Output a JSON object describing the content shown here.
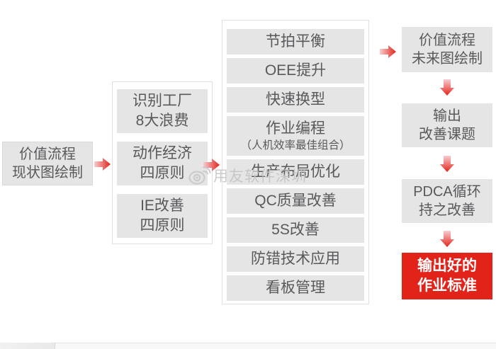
{
  "colors": {
    "box_gray": "#e5e5e6",
    "box_text": "#58595b",
    "red": "#e2231a",
    "arrow_gradient_start": "#f8ccd0",
    "arrow_gradient_end": "#e2231a",
    "container_border": "#e0e0e1",
    "red_box_text": "#ffffff",
    "watermark_gray": "#c2c2c2"
  },
  "watermark": {
    "icon": "weibo-icon",
    "text": "用友软件深圳"
  },
  "flow": {
    "step_current": {
      "lines": [
        "价值流程",
        "现状图绘制"
      ]
    },
    "waste_group": {
      "items": [
        {
          "lines": [
            "识别工厂",
            "8大浪费"
          ]
        },
        {
          "lines": [
            "动作经济",
            "四原则"
          ]
        },
        {
          "lines": [
            "IE改善",
            "四原则"
          ]
        }
      ]
    },
    "improvement_group": {
      "items": [
        {
          "lines": [
            "节拍平衡"
          ]
        },
        {
          "lines": [
            "OEE提升"
          ]
        },
        {
          "lines": [
            "快速换型"
          ]
        },
        {
          "lines": [
            "作业编程",
            "（人机效率最佳组合）"
          ]
        },
        {
          "lines": [
            "生产布局优化"
          ]
        },
        {
          "lines": [
            "QC质量改善"
          ]
        },
        {
          "lines": [
            "5S改善"
          ]
        },
        {
          "lines": [
            "防错技术应用"
          ]
        },
        {
          "lines": [
            "看板管理"
          ]
        }
      ]
    },
    "output_steps": [
      {
        "lines": [
          "价值流程",
          "未来图绘制"
        ],
        "variant": "gray"
      },
      {
        "lines": [
          "输出",
          "改善课题"
        ],
        "variant": "gray"
      },
      {
        "lines": [
          "PDCA循环",
          "持之改善"
        ],
        "variant": "gray"
      },
      {
        "lines": [
          "输出好的",
          "作业标准"
        ],
        "variant": "red"
      }
    ]
  }
}
